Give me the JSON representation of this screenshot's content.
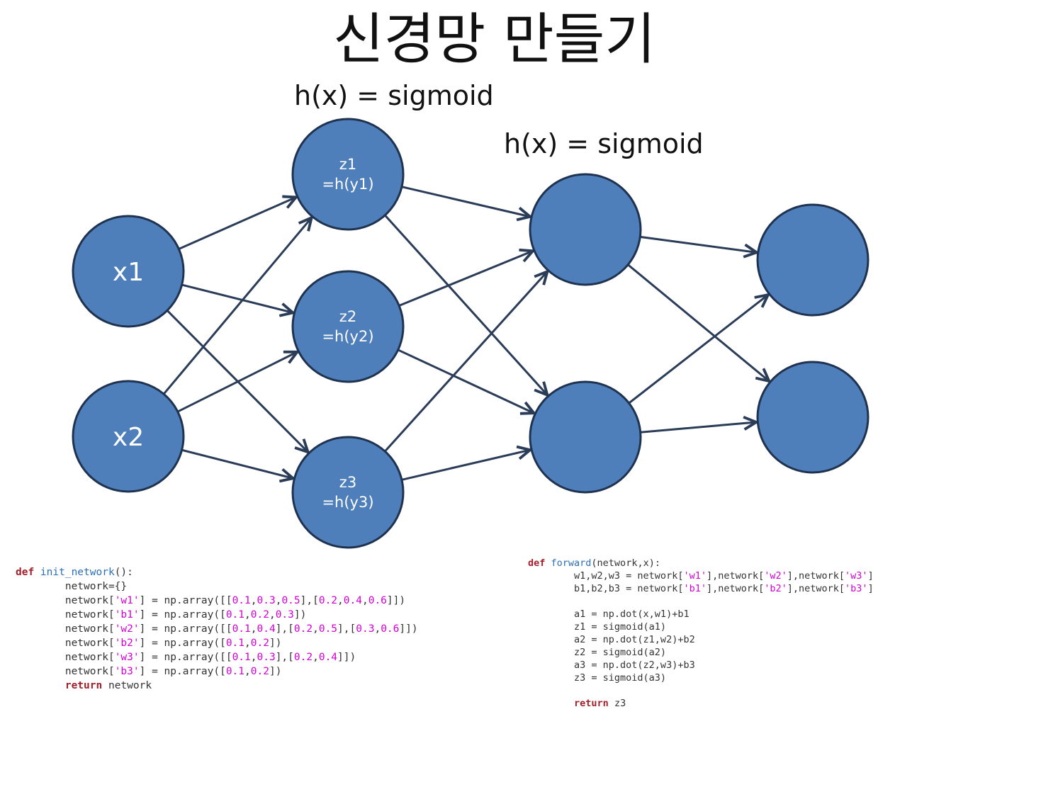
{
  "title": "신경망 만들기",
  "activation_labels": [
    "h(x) = sigmoid",
    "h(x) = sigmoid"
  ],
  "nodes": {
    "input": [
      {
        "line1": "x1",
        "line2": ""
      },
      {
        "line1": "x2",
        "line2": ""
      }
    ],
    "hidden1": [
      {
        "line1": "z1",
        "line2": "=h(y1)"
      },
      {
        "line1": "z2",
        "line2": "=h(y2)"
      },
      {
        "line1": "z3",
        "line2": "=h(y3)"
      }
    ],
    "hidden2": [
      {
        "line1": "",
        "line2": ""
      },
      {
        "line1": "",
        "line2": ""
      }
    ],
    "output": [
      {
        "line1": "",
        "line2": ""
      },
      {
        "line1": "",
        "line2": ""
      }
    ]
  },
  "colors": {
    "node_fill": "#4e7fba",
    "node_stroke": "#1f3350",
    "edge": "#2a3c57",
    "keyword": "#a0212b",
    "function_name": "#2a6fb8",
    "literal": "#d400d4"
  },
  "code_left": [
    [
      {
        "t": "def ",
        "c": "kw"
      },
      {
        "t": "init_network",
        "c": "fn"
      },
      {
        "t": "():",
        "c": ""
      }
    ],
    [
      {
        "t": "        network={}",
        "c": ""
      }
    ],
    [
      {
        "t": "        network[",
        "c": ""
      },
      {
        "t": "'w1'",
        "c": "str"
      },
      {
        "t": "] = np.array([[",
        "c": ""
      },
      {
        "t": "0.1",
        "c": "num"
      },
      {
        "t": ",",
        "c": ""
      },
      {
        "t": "0.3",
        "c": "num"
      },
      {
        "t": ",",
        "c": ""
      },
      {
        "t": "0.5",
        "c": "num"
      },
      {
        "t": "],[",
        "c": ""
      },
      {
        "t": "0.2",
        "c": "num"
      },
      {
        "t": ",",
        "c": ""
      },
      {
        "t": "0.4",
        "c": "num"
      },
      {
        "t": ",",
        "c": ""
      },
      {
        "t": "0.6",
        "c": "num"
      },
      {
        "t": "]])",
        "c": ""
      }
    ],
    [
      {
        "t": "        network[",
        "c": ""
      },
      {
        "t": "'b1'",
        "c": "str"
      },
      {
        "t": "] = np.array([",
        "c": ""
      },
      {
        "t": "0.1",
        "c": "num"
      },
      {
        "t": ",",
        "c": ""
      },
      {
        "t": "0.2",
        "c": "num"
      },
      {
        "t": ",",
        "c": ""
      },
      {
        "t": "0.3",
        "c": "num"
      },
      {
        "t": "])",
        "c": ""
      }
    ],
    [
      {
        "t": "        network[",
        "c": ""
      },
      {
        "t": "'w2'",
        "c": "str"
      },
      {
        "t": "] = np.array([[",
        "c": ""
      },
      {
        "t": "0.1",
        "c": "num"
      },
      {
        "t": ",",
        "c": ""
      },
      {
        "t": "0.4",
        "c": "num"
      },
      {
        "t": "],[",
        "c": ""
      },
      {
        "t": "0.2",
        "c": "num"
      },
      {
        "t": ",",
        "c": ""
      },
      {
        "t": "0.5",
        "c": "num"
      },
      {
        "t": "],[",
        "c": ""
      },
      {
        "t": "0.3",
        "c": "num"
      },
      {
        "t": ",",
        "c": ""
      },
      {
        "t": "0.6",
        "c": "num"
      },
      {
        "t": "]])",
        "c": ""
      }
    ],
    [
      {
        "t": "        network[",
        "c": ""
      },
      {
        "t": "'b2'",
        "c": "str"
      },
      {
        "t": "] = np.array([",
        "c": ""
      },
      {
        "t": "0.1",
        "c": "num"
      },
      {
        "t": ",",
        "c": ""
      },
      {
        "t": "0.2",
        "c": "num"
      },
      {
        "t": "])",
        "c": ""
      }
    ],
    [
      {
        "t": "        network[",
        "c": ""
      },
      {
        "t": "'w3'",
        "c": "str"
      },
      {
        "t": "] = np.array([[",
        "c": ""
      },
      {
        "t": "0.1",
        "c": "num"
      },
      {
        "t": ",",
        "c": ""
      },
      {
        "t": "0.3",
        "c": "num"
      },
      {
        "t": "],[",
        "c": ""
      },
      {
        "t": "0.2",
        "c": "num"
      },
      {
        "t": ",",
        "c": ""
      },
      {
        "t": "0.4",
        "c": "num"
      },
      {
        "t": "]])",
        "c": ""
      }
    ],
    [
      {
        "t": "        network[",
        "c": ""
      },
      {
        "t": "'b3'",
        "c": "str"
      },
      {
        "t": "] = np.array([",
        "c": ""
      },
      {
        "t": "0.1",
        "c": "num"
      },
      {
        "t": ",",
        "c": ""
      },
      {
        "t": "0.2",
        "c": "num"
      },
      {
        "t": "])",
        "c": ""
      }
    ],
    [
      {
        "t": "        ",
        "c": ""
      },
      {
        "t": "return",
        "c": "kw"
      },
      {
        "t": " network",
        "c": ""
      }
    ]
  ],
  "code_right": [
    [
      {
        "t": "def ",
        "c": "kw"
      },
      {
        "t": "forward",
        "c": "fn"
      },
      {
        "t": "(network,x):",
        "c": ""
      }
    ],
    [
      {
        "t": "        w1,w2,w3 = network[",
        "c": ""
      },
      {
        "t": "'w1'",
        "c": "str"
      },
      {
        "t": "],network[",
        "c": ""
      },
      {
        "t": "'w2'",
        "c": "str"
      },
      {
        "t": "],network[",
        "c": ""
      },
      {
        "t": "'w3'",
        "c": "str"
      },
      {
        "t": "]",
        "c": ""
      }
    ],
    [
      {
        "t": "        b1,b2,b3 = network[",
        "c": ""
      },
      {
        "t": "'b1'",
        "c": "str"
      },
      {
        "t": "],network[",
        "c": ""
      },
      {
        "t": "'b2'",
        "c": "str"
      },
      {
        "t": "],network[",
        "c": ""
      },
      {
        "t": "'b3'",
        "c": "str"
      },
      {
        "t": "]",
        "c": ""
      }
    ],
    [
      {
        "t": "",
        "c": ""
      }
    ],
    [
      {
        "t": "        a1 = np.dot(x,w1)+b1",
        "c": ""
      }
    ],
    [
      {
        "t": "        z1 = sigmoid(a1)",
        "c": ""
      }
    ],
    [
      {
        "t": "        a2 = np.dot(z1,w2)+b2",
        "c": ""
      }
    ],
    [
      {
        "t": "        z2 = sigmoid(a2)",
        "c": ""
      }
    ],
    [
      {
        "t": "        a3 = np.dot(z2,w3)+b3",
        "c": ""
      }
    ],
    [
      {
        "t": "        z3 = sigmoid(a3)",
        "c": ""
      }
    ],
    [
      {
        "t": "",
        "c": ""
      }
    ],
    [
      {
        "t": "        ",
        "c": ""
      },
      {
        "t": "return",
        "c": "kw"
      },
      {
        "t": " z3",
        "c": ""
      }
    ]
  ]
}
